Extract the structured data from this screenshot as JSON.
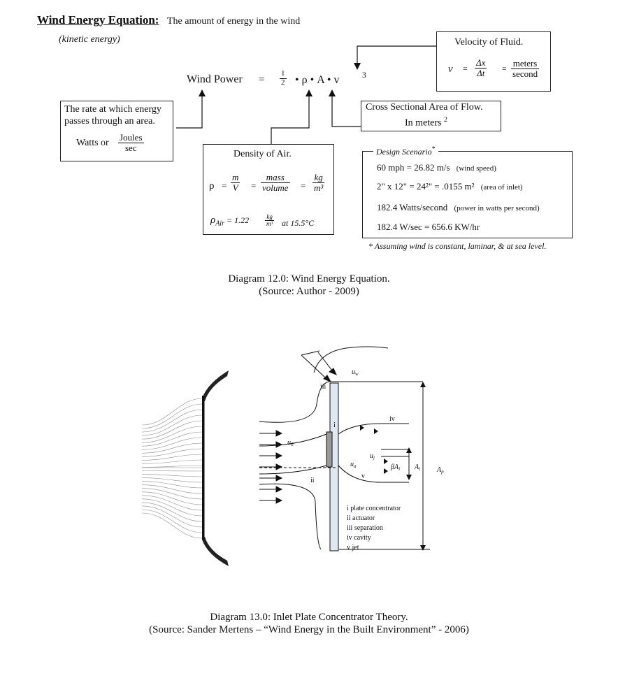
{
  "heading": {
    "title": "Wind Energy Equation:",
    "subtitle": "The amount of energy in the wind",
    "note": "(kinetic energy)"
  },
  "formula": {
    "label": "Wind Power",
    "equals": "=",
    "half_num": "1",
    "half_den": "2",
    "terms": "• ρ • A • v",
    "exponent": "3"
  },
  "velocity_box": {
    "title": "Velocity of Fluid.",
    "symbol": "v",
    "eq1": "=",
    "num": "Δx",
    "den": "Δt",
    "eq2": "=",
    "unit_num": "meters",
    "unit_den": "second"
  },
  "rate_box": {
    "line1": "The rate at which energy",
    "line2": "passes through an area.",
    "units_prefix": "Watts or",
    "unit_num": "Joules",
    "unit_den": "sec"
  },
  "area_box": {
    "line1": "Cross Sectional Area of Flow.",
    "line2": "In meters",
    "exponent": "2"
  },
  "density_box": {
    "title": "Density of Air.",
    "rho": "ρ",
    "eq": "=",
    "f1_num": "m",
    "f1_den": "V",
    "f2_num": "mass",
    "f2_den": "volume",
    "f3_num": "kg",
    "f3_den": "m³",
    "air_symbol": "ρ",
    "air_sub": "Air",
    "air_value": "= 1.22",
    "air_unit_num": "kg",
    "air_unit_den": "m³",
    "air_condition": "at 15.5°C"
  },
  "design": {
    "title": "Design Scenario",
    "star": "*",
    "line1_main": "60 mph = 26.82 m/s",
    "line1_note": "(wind speed)",
    "line2_main": "2\" x 12\" = 24²\" = .0155 m²",
    "line2_note": "(area of inlet)",
    "line3_main": "182.4 Watts/second",
    "line3_note": "(power in watts per second)",
    "line4_main": "182.4 W/sec = 656.6 KW/hr",
    "footnote": "* Assuming wind is constant, laminar, & at sea level."
  },
  "caption1": {
    "line1": "Diagram 12.0: Wind Energy Equation.",
    "line2": "(Source: Author - 2009)"
  },
  "diagram13": {
    "label_uw": "u",
    "label_uw_sub": "w",
    "label_iii": "iii",
    "label_i": "i",
    "label_iv": "iv",
    "label_u0": "u",
    "label_u0_sub": "0",
    "label_ii": "ii",
    "label_ua": "u",
    "label_ua_sub": "a",
    "label_uj": "u",
    "label_uj_sub": "j",
    "label_v": "v",
    "label_bai": "βA",
    "label_bai_sub": "i",
    "label_ai": "A",
    "label_ai_sub": "i",
    "label_ap": "A",
    "label_ap_sub": "p",
    "legend": [
      "i  plate concentrator",
      "ii  actuator",
      "iii  separation",
      "iv  cavity",
      "v  jet"
    ]
  },
  "caption2": {
    "line1": "Diagram 13.0: Inlet Plate Concentrator Theory.",
    "line2": "(Source: Sander Mertens – “Wind Energy in the Built Environment” - 2006)"
  }
}
